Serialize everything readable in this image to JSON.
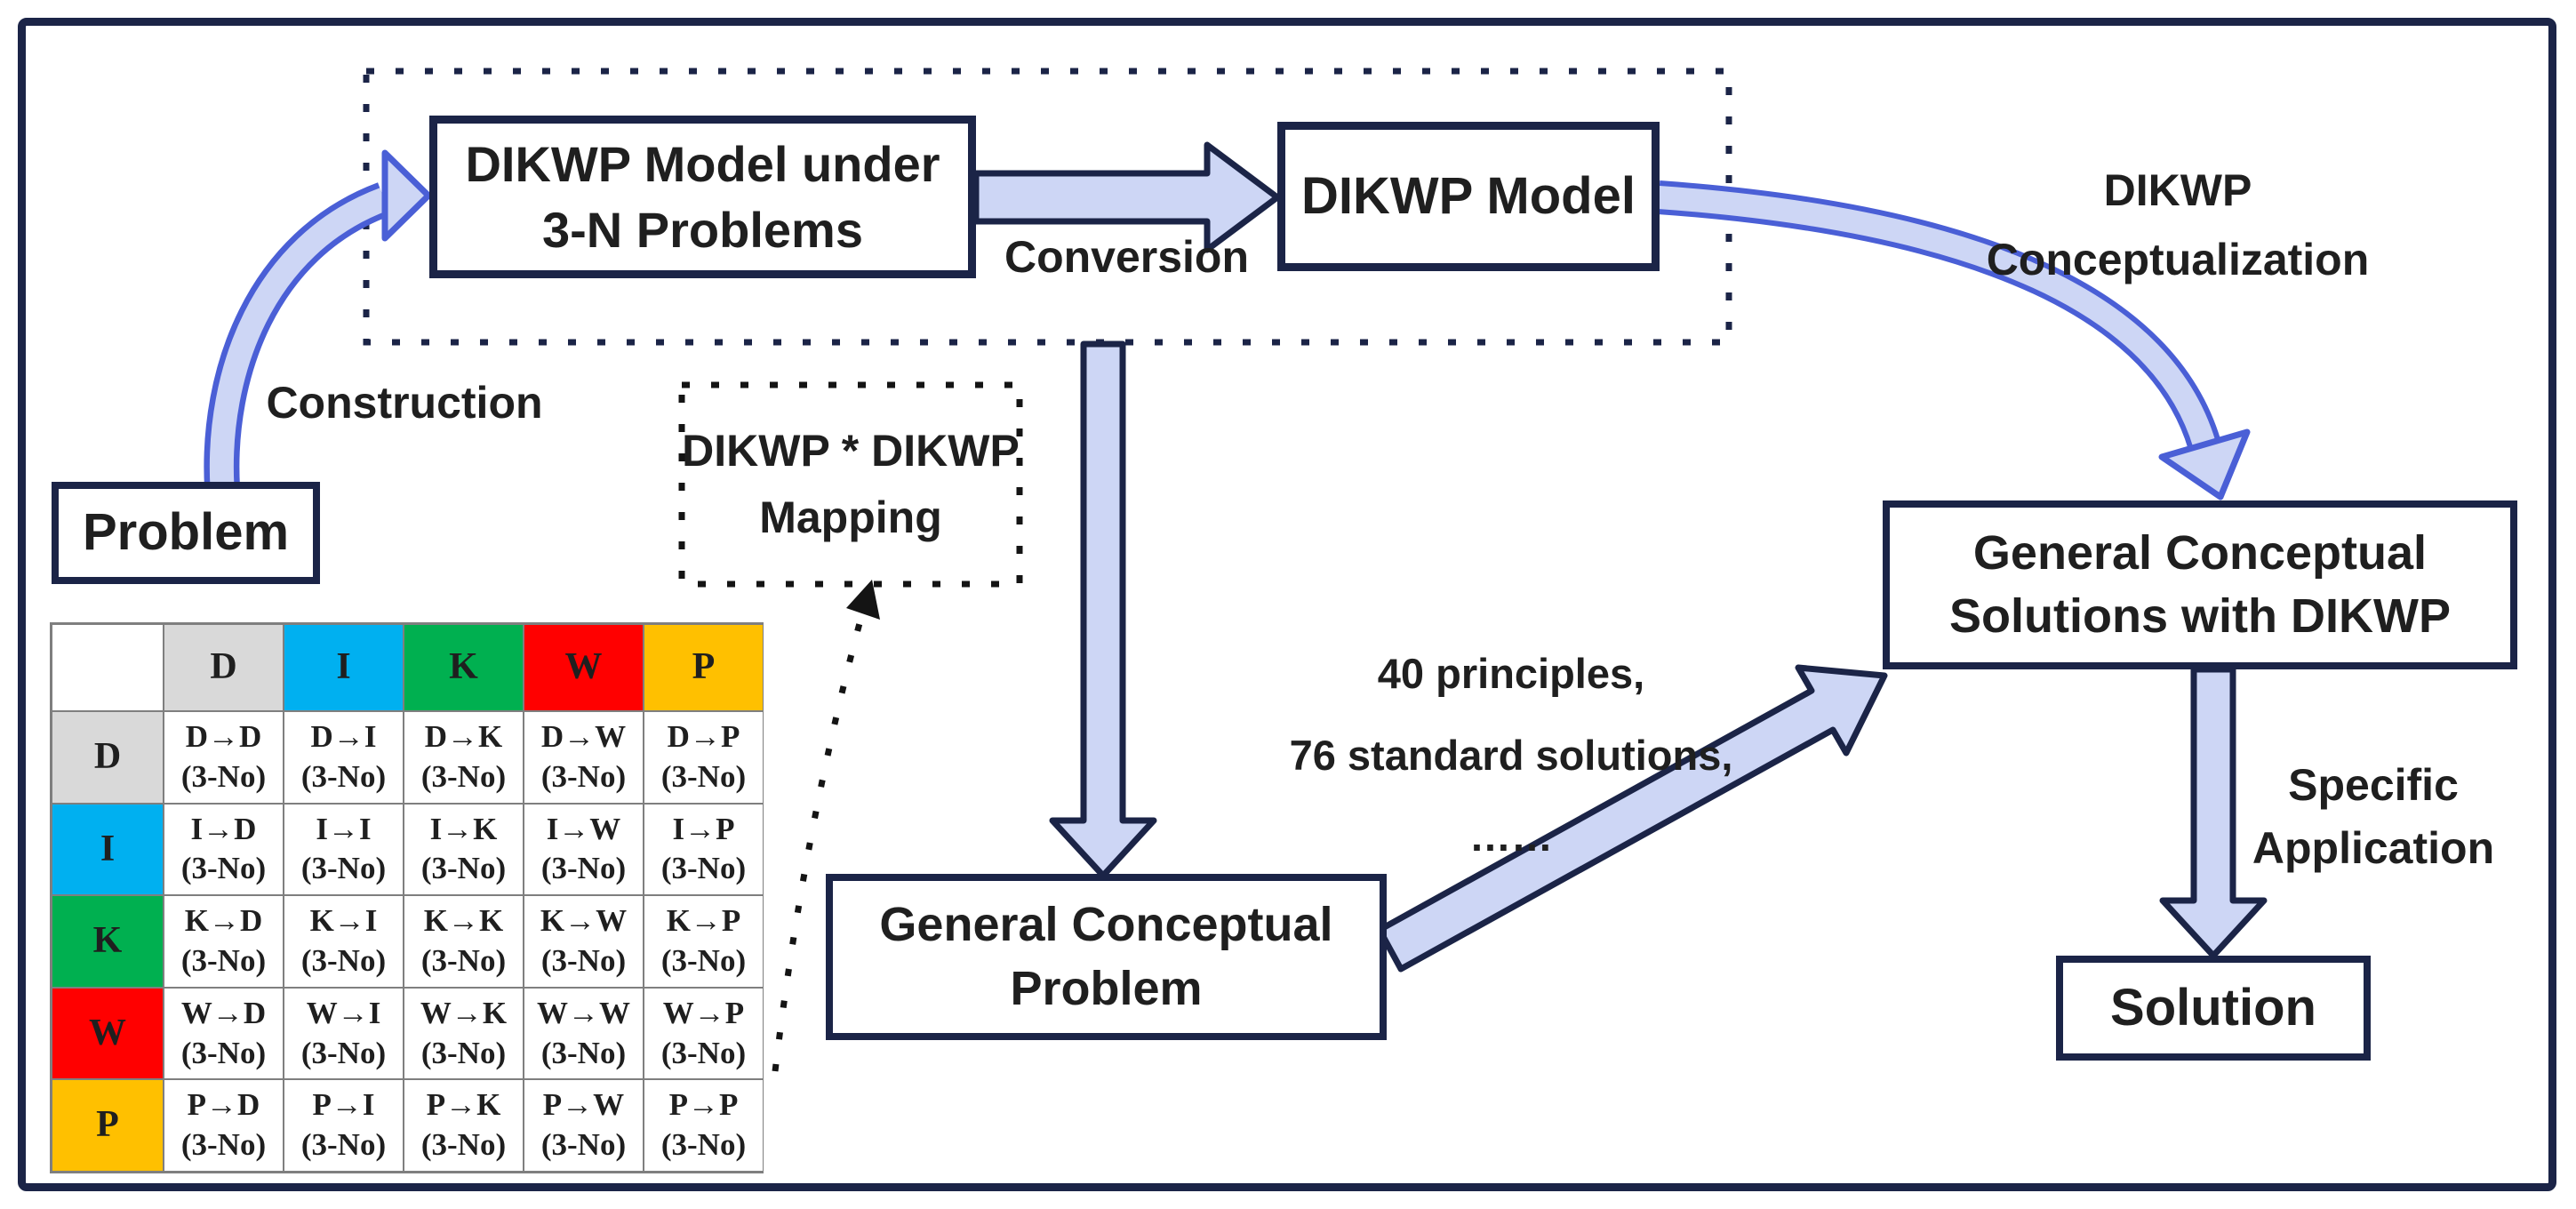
{
  "figure": {
    "nodes": {
      "problem": "Problem",
      "dikwp_model_under_3n": "DIKWP Model under\n3-N Problems",
      "dikwp_model": "DIKWP Model",
      "dikwp_mapping": "DIKWP * DIKWP\nMapping",
      "general_conceptual_problem": "General Conceptual\nProblem",
      "general_conceptual_solutions": "General Conceptual\nSolutions with DIKWP",
      "solution": "Solution"
    },
    "edge_labels": {
      "construction": "Construction",
      "conversion": "Conversion",
      "conceptualization": "DIKWP\nConceptualization",
      "principles": "40 principles,\n76 standard solutions,\n……",
      "specific_application": "Specific\nApplication"
    },
    "colors": {
      "outline_navy": "#1B2447",
      "arrow_fill_lavender": "#CDD6F5",
      "arrow_stroke_blue": "#4A5FD6",
      "text": "#1F1F1F",
      "table_grid_gray": "#7F7F7F"
    }
  },
  "table": {
    "corner": "",
    "col_headers": [
      "D",
      "I",
      "K",
      "W",
      "P"
    ],
    "row_headers": [
      "D",
      "I",
      "K",
      "W",
      "P"
    ],
    "header_colors": {
      "D": "#D9D9D9",
      "I": "#00B0F0",
      "K": "#00B050",
      "W": "#FF0000",
      "P": "#FFC000"
    },
    "cells": [
      [
        "D→D\n(3-No)",
        "D→I\n(3-No)",
        "D→K\n(3-No)",
        "D→W\n(3-No)",
        "D→P\n(3-No)"
      ],
      [
        "I→D\n(3-No)",
        "I→I\n(3-No)",
        "I→K\n(3-No)",
        "I→W\n(3-No)",
        "I→P\n(3-No)"
      ],
      [
        "K→D\n(3-No)",
        "K→I\n(3-No)",
        "K→K\n(3-No)",
        "K→W\n(3-No)",
        "K→P\n(3-No)"
      ],
      [
        "W→D\n(3-No)",
        "W→I\n(3-No)",
        "W→K\n(3-No)",
        "W→W\n(3-No)",
        "W→P\n(3-No)"
      ],
      [
        "P→D\n(3-No)",
        "P→I\n(3-No)",
        "P→K\n(3-No)",
        "P→W\n(3-No)",
        "P→P\n(3-No)"
      ]
    ]
  }
}
